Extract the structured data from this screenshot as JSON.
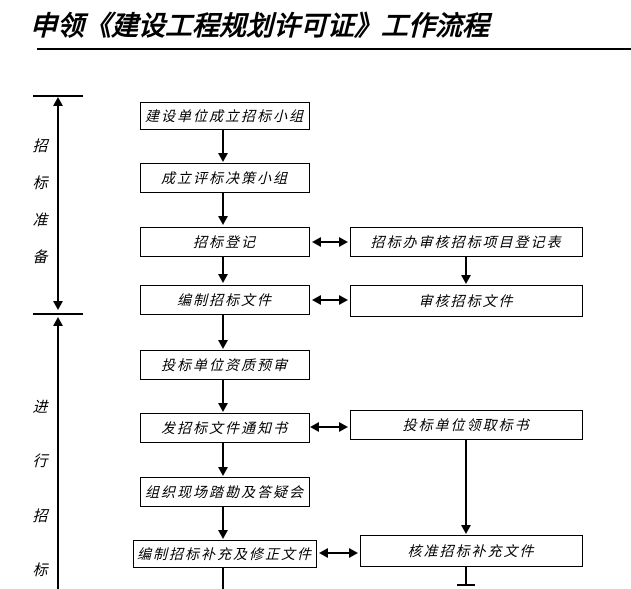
{
  "title": "申领《建设工程规划许可证》工作流程",
  "sidebar": {
    "phase1": {
      "label": "招标准备",
      "chars": [
        "招",
        "标",
        "准",
        "备"
      ]
    },
    "phase2": {
      "label": "进行招标",
      "chars": [
        "进",
        "行",
        "招",
        "标"
      ]
    }
  },
  "flow": {
    "main": [
      "建设单位成立招标小组",
      "成立评标决策小组",
      "招标登记",
      "编制招标文件",
      "投标单位资质预审",
      "发招标文件通知书",
      "组织现场踏勘及答疑会",
      "编制招标补充及修正文件"
    ],
    "right": [
      "招标办审核招标项目登记表",
      "审核招标文件",
      "投标单位领取标书",
      "核准招标补充文件"
    ]
  },
  "colors": {
    "line": "#000000",
    "background": "#ffffff",
    "text": "#000000"
  }
}
